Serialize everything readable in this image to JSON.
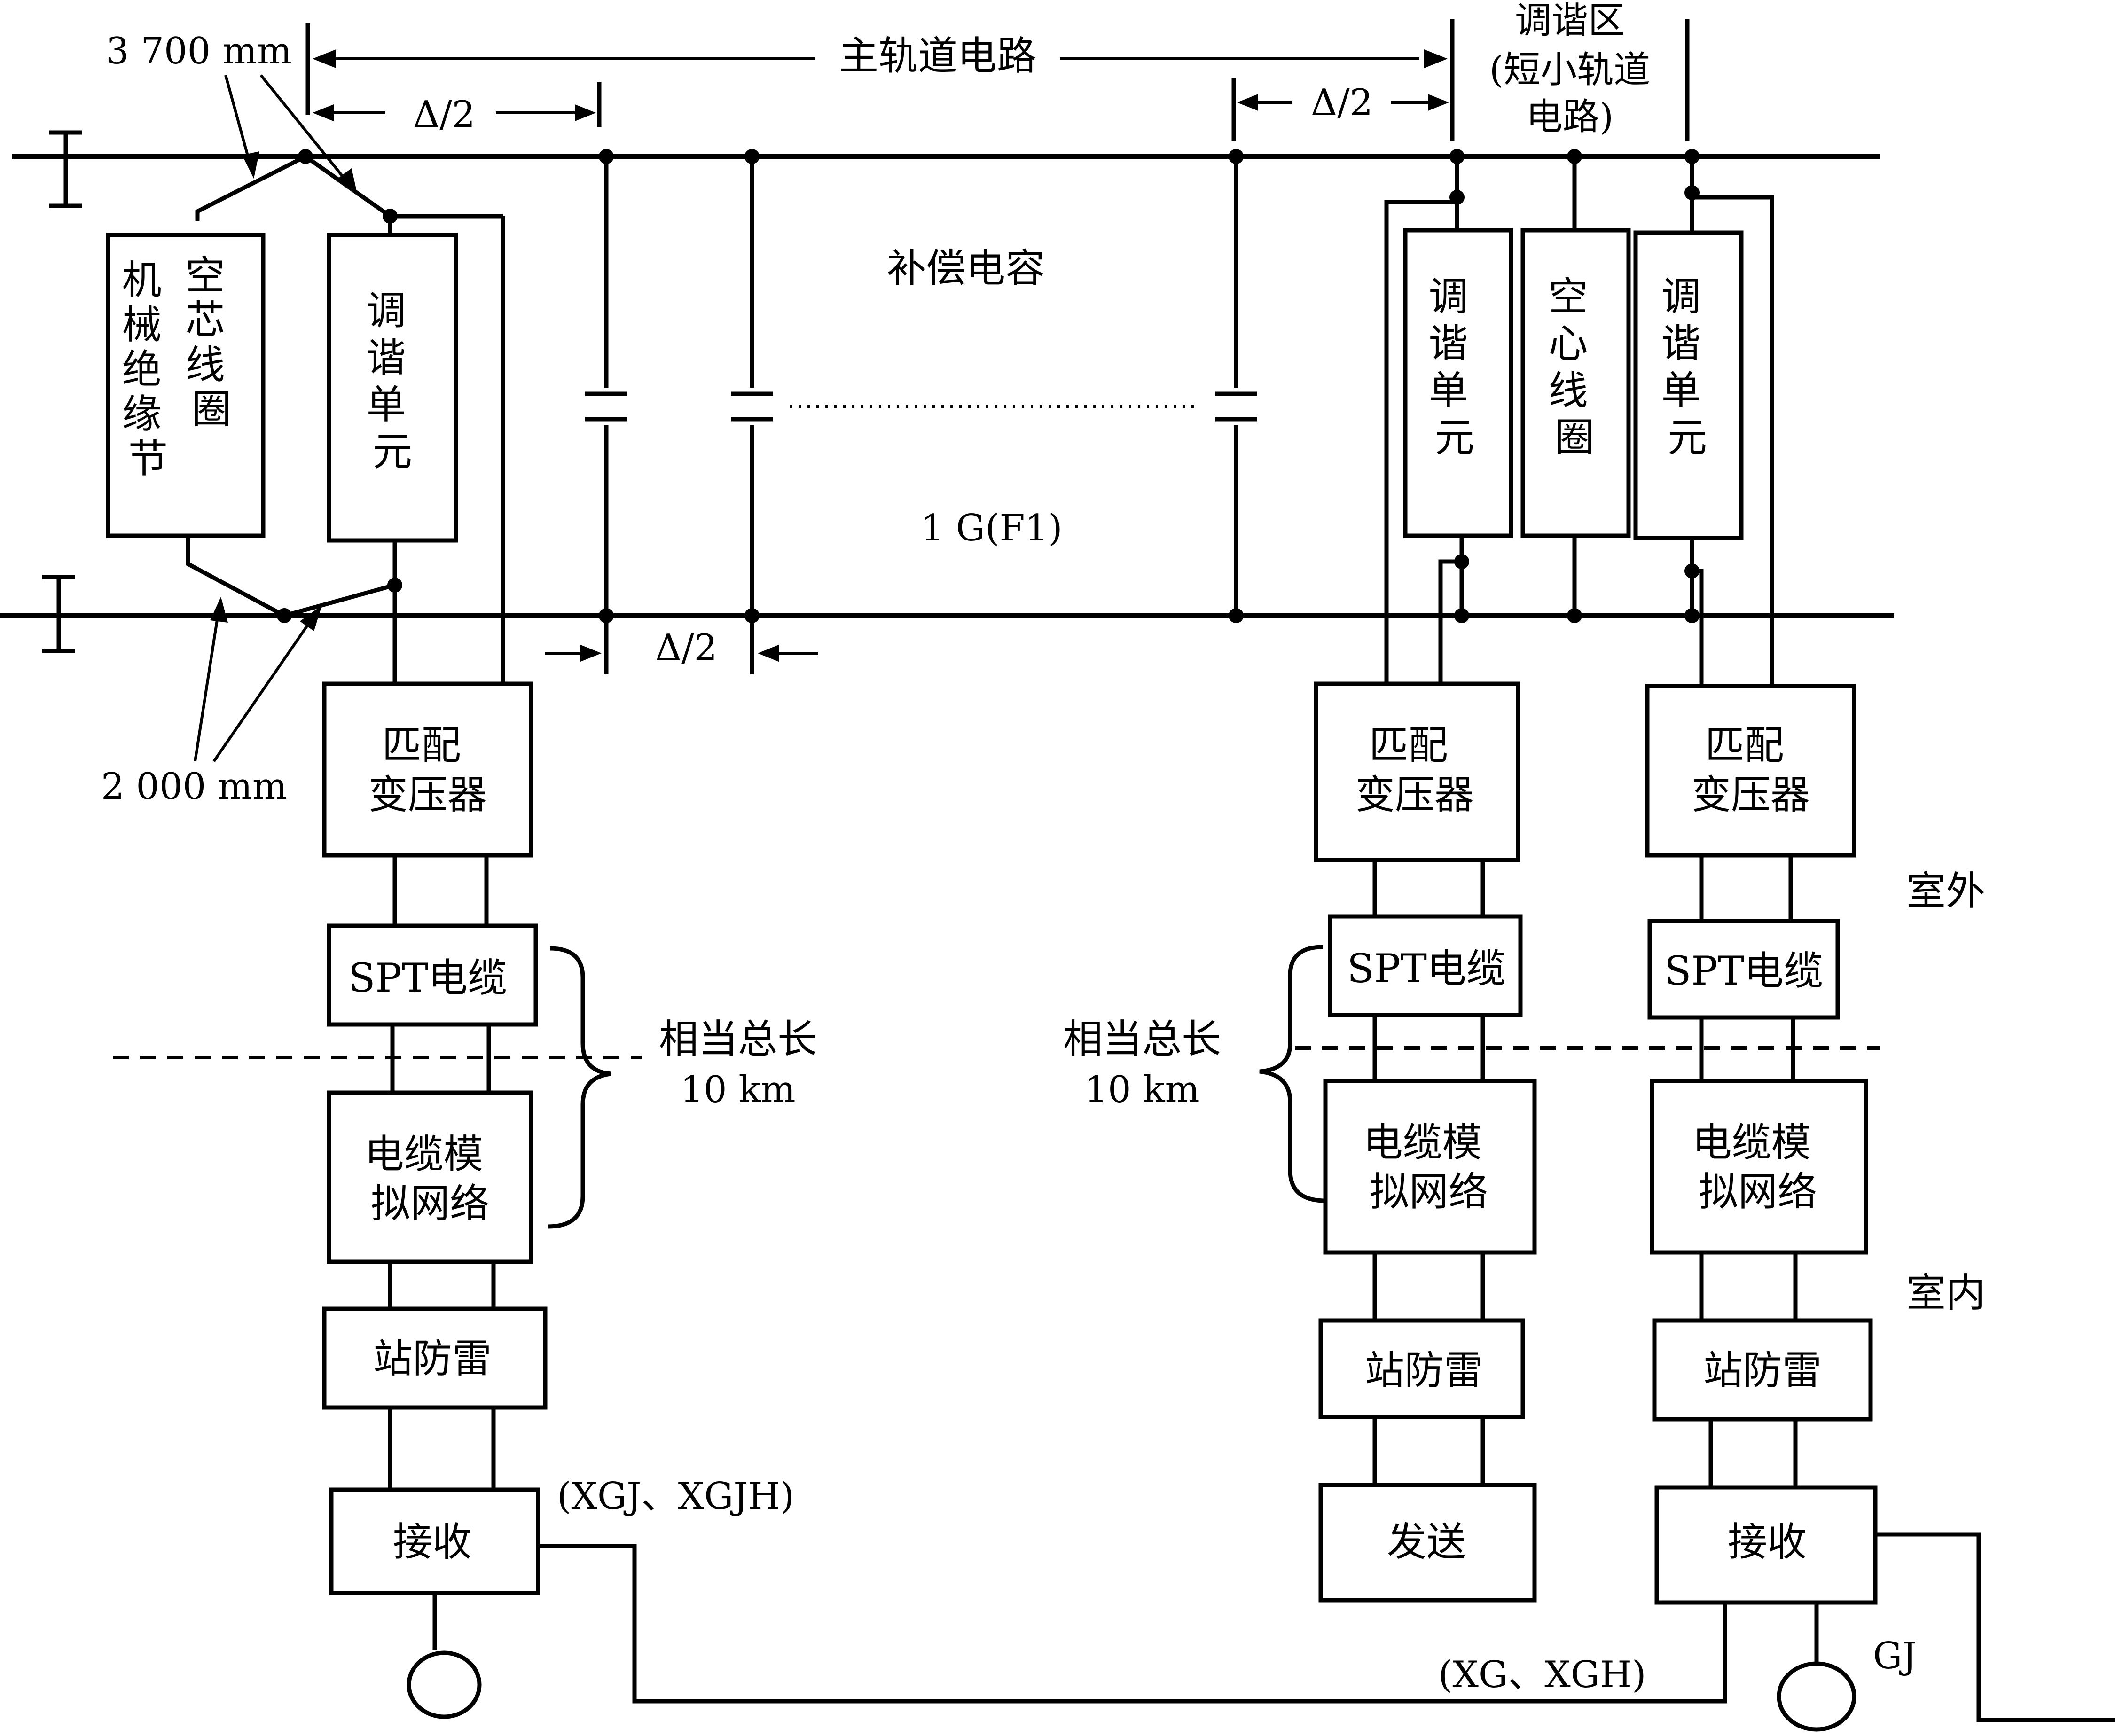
{
  "labels": {
    "main_track": "主轨道电路",
    "tuning_zone_line1": "调谐区",
    "tuning_zone_line2": "(短小轨道",
    "tuning_zone_line3": "电路)",
    "dim_3700": "3 700 mm",
    "dim_2000": "2 000 mm",
    "half_delta_left": "Δ/2",
    "half_delta_right": "Δ/2",
    "half_delta_bottom": "Δ/2",
    "compensation_capacitor": "补偿电容",
    "frequency": "1 G(F1)",
    "outdoor": "室外",
    "indoor": "室内",
    "equiv_left_1": "相当总长",
    "equiv_left_2": "10 km",
    "equiv_right_1": "相当总长",
    "equiv_right_2": "10 km",
    "relay_left": "(XGJ、XGJH)",
    "relay_bottom": "(XG、XGH)",
    "gj": "GJ"
  },
  "left_joint": {
    "mechanical": [
      "机",
      "械",
      "绝",
      "缘",
      "节"
    ],
    "air_coil": [
      "空",
      "芯",
      "线",
      "圈"
    ],
    "tuning_unit": [
      "调",
      "谐",
      "单",
      "元"
    ]
  },
  "right_joint": {
    "tuning_unit_a": [
      "调",
      "谐",
      "单",
      "元"
    ],
    "air_coil": [
      "空",
      "心",
      "线",
      "圈"
    ],
    "tuning_unit_b": [
      "调",
      "谐",
      "单",
      "元"
    ]
  },
  "chain_left": {
    "matching_1": "匹配",
    "matching_2": "变压器",
    "spt": "SPT电缆",
    "network_1": "电缆模",
    "network_2": "拟网络",
    "lightning": "站防雷",
    "end": "接收"
  },
  "chain_mid": {
    "matching_1": "匹配",
    "matching_2": "变压器",
    "spt": "SPT电缆",
    "network_1": "电缆模",
    "network_2": "拟网络",
    "lightning": "站防雷",
    "end": "发送"
  },
  "chain_right": {
    "matching_1": "匹配",
    "matching_2": "变压器",
    "spt": "SPT电缆",
    "network_1": "电缆模",
    "network_2": "拟网络",
    "lightning": "站防雷",
    "end": "接收"
  }
}
